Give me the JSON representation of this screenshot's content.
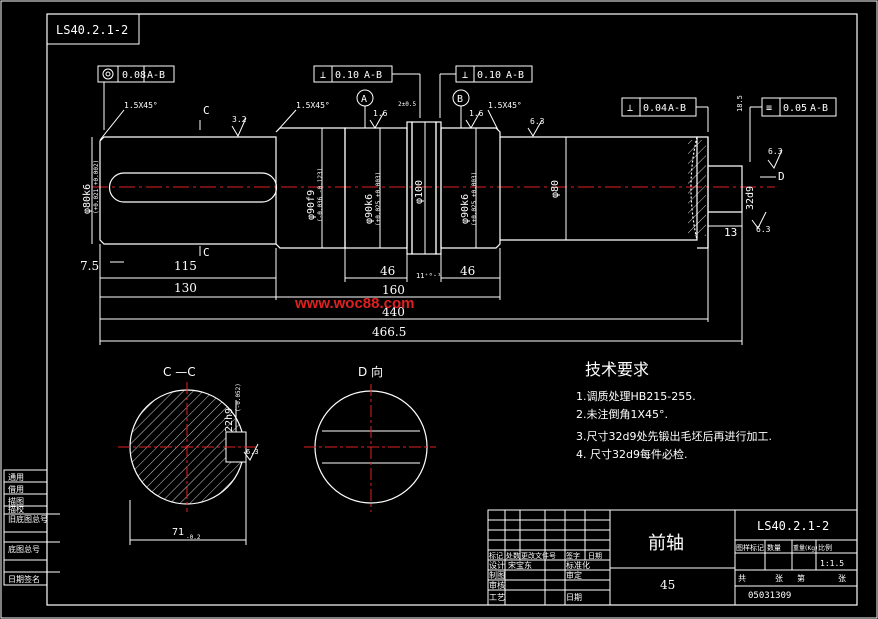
{
  "drawing_number": "LS40.2.1-2",
  "watermark": "www.woc88.com",
  "tolerances": {
    "concentricity": "0.08",
    "datum_ab": "A-B",
    "perp_left": "0.10",
    "perp_right": "0.10",
    "perp_flange": "0.04",
    "sym_key": "0.05"
  },
  "datums": {
    "a": "A",
    "b": "B"
  },
  "section_labels": {
    "c1": "C",
    "c2": "C",
    "d": "D"
  },
  "chamfers": {
    "left": "1.5X45°",
    "mid": "1.5X45°",
    "right": "1.5X45°"
  },
  "roughness": {
    "r1": "3.2",
    "r2": "1.6",
    "r3": "1.6",
    "r4": "6.3",
    "r5": "6.3",
    "r6": "6.3",
    "r7": "6.3"
  },
  "diameters": {
    "d1": "φ80k6",
    "d1_tol": "(+0.021 +0.002)",
    "d2": "φ90f9",
    "d2_tol": "(-0.036 -0.123)",
    "d3": "φ90k6",
    "d3_tol": "(+0.025 +0.003)",
    "d4": "φ100",
    "d5": "φ90k6",
    "d5_tol": "(+0.025 +0.003)",
    "d6": "φ80",
    "d7": "32d9"
  },
  "dims": {
    "d7_5": "7.5",
    "d115": "115",
    "d130": "130",
    "d46a": "46",
    "d46b": "46",
    "d160": "160",
    "d440": "440",
    "d466": "466.5",
    "d13": "13",
    "d18": "18.5",
    "gap": "11⁺⁰·¹",
    "small_r": "2±0.5"
  },
  "views": {
    "cc_title": "C —C",
    "d_title": "D 向",
    "cc_key": "22h9",
    "cc_key_tol": "(-0.052)",
    "cc_depth": "71",
    "cc_depth_tol": "-0.2",
    "cc_rough": "6.3"
  },
  "tech": {
    "title": "技术要求",
    "items": [
      "1.调质处理HB215-255.",
      "2.未注倒角1X45°.",
      "3.尺寸32d9处先锻出毛坯后再进行加工.",
      "4. 尺寸32d9每件必检."
    ]
  },
  "sidebar": [
    "通用",
    "借用",
    "描图",
    "描校",
    "旧底图总号",
    "底图总号",
    "日期签名"
  ],
  "title_block": {
    "part_name": "前轴",
    "number": "LS40.2.1-2",
    "material": "45",
    "drawn_no": "05031309",
    "scale": "1:1.5",
    "rows": [
      [
        "标记",
        "处数",
        "更改文件号",
        "签字",
        "日期"
      ],
      [
        "设计",
        "宋宝东",
        "标准化"
      ],
      [
        "制图",
        "",
        "审定"
      ],
      [
        "审核",
        ""
      ],
      [
        "工艺",
        "",
        "日期"
      ]
    ],
    "right_hdr": [
      "图样标记",
      "数量",
      "重量(Kg)",
      "比例"
    ],
    "sheet": [
      "共",
      "张",
      "第",
      "张"
    ]
  }
}
